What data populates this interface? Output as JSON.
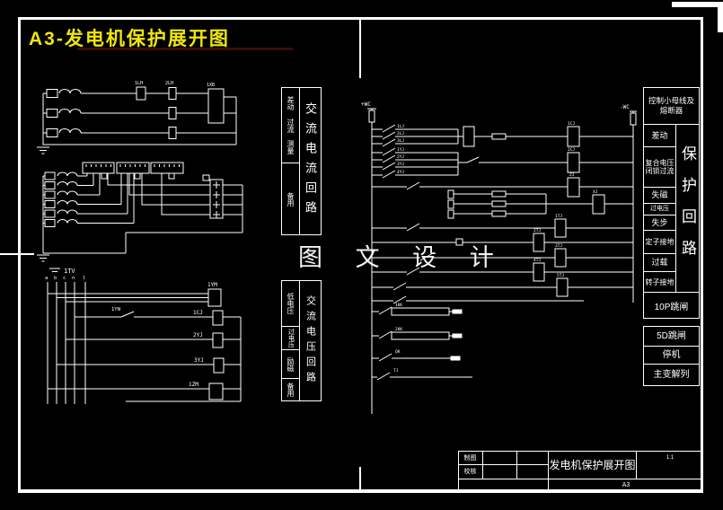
{
  "frame": {
    "title": "A3-发电机保护展开图",
    "watermark": "图 文 设 计"
  },
  "current_table": {
    "label": "交流电流回路",
    "groups": [
      "差动",
      "过流",
      "测量"
    ],
    "group2": "备用"
  },
  "voltage_table": {
    "label": "交流电压回路",
    "rows": [
      "低电压",
      "过电压",
      "励磁",
      "备用"
    ]
  },
  "protection_table": {
    "header": "控制小母线及熔断器",
    "label": "保护回路",
    "rows": [
      "差动",
      "复合电压闭锁过流",
      "失磁",
      "过电压",
      "失步",
      "定子接地",
      "过载",
      "转子接地"
    ],
    "footer": "10P跳闸"
  },
  "output_table": {
    "rows": [
      "5D跳闸",
      "停机",
      "主变解列"
    ]
  },
  "title_block": {
    "draw_label": "制图",
    "check_label": "校核",
    "title": "发电机保护展开图",
    "scale": "1:1",
    "sheet": "A3"
  },
  "left_circuit": {
    "pt_label": "1TV",
    "phases": [
      "a",
      "b",
      "c",
      "n",
      "l"
    ],
    "boxes": [
      "1LH",
      "2LH",
      "1XB"
    ],
    "relays": [
      "1YM",
      "1YN",
      "1CJ",
      "2YJ",
      "3YJ",
      "1ZM"
    ]
  },
  "right_circuit": {
    "bus_pos": "+WC",
    "bus_neg": "-WC",
    "labels": [
      "1LJ",
      "2LJ",
      "3LJ",
      "1CJ",
      "1YJ",
      "2YJ",
      "3YJ",
      "4YJ",
      "2CJ",
      "ZJ",
      "XJ",
      "1TJ",
      "2TJ",
      "3TJ",
      "4TJ",
      "5TJ",
      "1KK",
      "2KK",
      "QK",
      "TJ"
    ]
  }
}
